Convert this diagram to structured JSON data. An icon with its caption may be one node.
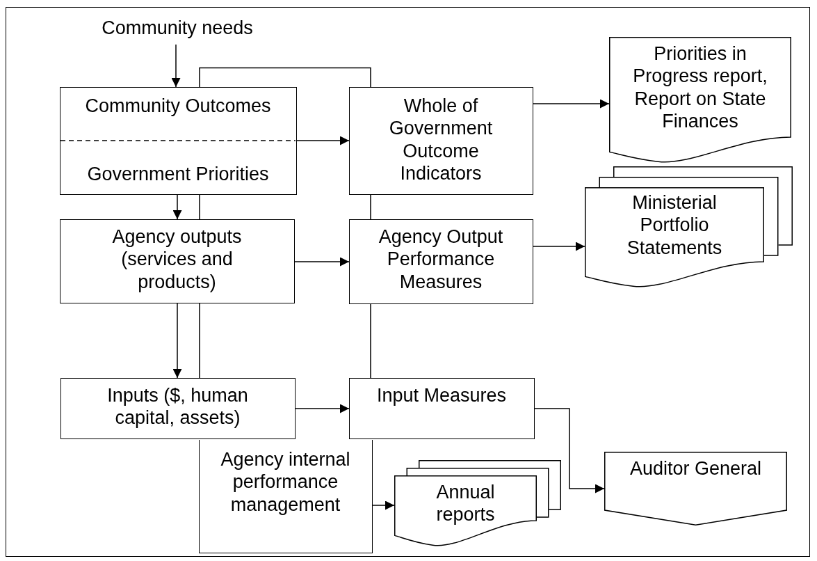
{
  "diagram": {
    "nodes": [
      {
        "text": [
          "Community needs"
        ]
      },
      {
        "text": [
          "Community Outcomes",
          "Government Priorities"
        ]
      },
      {
        "text": [
          "Whole of Government Outcome Indicators"
        ]
      },
      {
        "text": [
          "Priorities in Progress report, Report on State Finances"
        ]
      },
      {
        "text": [
          "Ministerial Portfolio Statements"
        ]
      },
      {
        "text": [
          "Agency outputs (services and products)"
        ]
      },
      {
        "text": [
          "Agency Output Performance Measures"
        ]
      },
      {
        "text": [
          "Inputs ($, human capital, assets)"
        ]
      },
      {
        "text": [
          "Input Measures"
        ]
      },
      {
        "text": [
          "Agency internal performance management"
        ]
      },
      {
        "text": [
          "Annual reports"
        ]
      },
      {
        "text": [
          "Auditor General"
        ]
      }
    ],
    "edges": [
      {
        "from": 0,
        "to": 1,
        "arrow": "to"
      },
      {
        "from": 1,
        "to": 2,
        "arrow": "to"
      },
      {
        "from": 2,
        "to": 3,
        "arrow": "to"
      },
      {
        "from": 1,
        "to": 5,
        "arrow": "to"
      },
      {
        "from": 5,
        "to": 6,
        "arrow": "to"
      },
      {
        "from": 6,
        "to": 4,
        "arrow": "to"
      },
      {
        "from": 5,
        "to": 7,
        "arrow": "to"
      },
      {
        "from": 7,
        "to": 8,
        "arrow": "to"
      },
      {
        "from": 8,
        "to": 11,
        "arrow": "to"
      },
      {
        "from": 9,
        "to": 10,
        "arrow": "to"
      }
    ]
  }
}
